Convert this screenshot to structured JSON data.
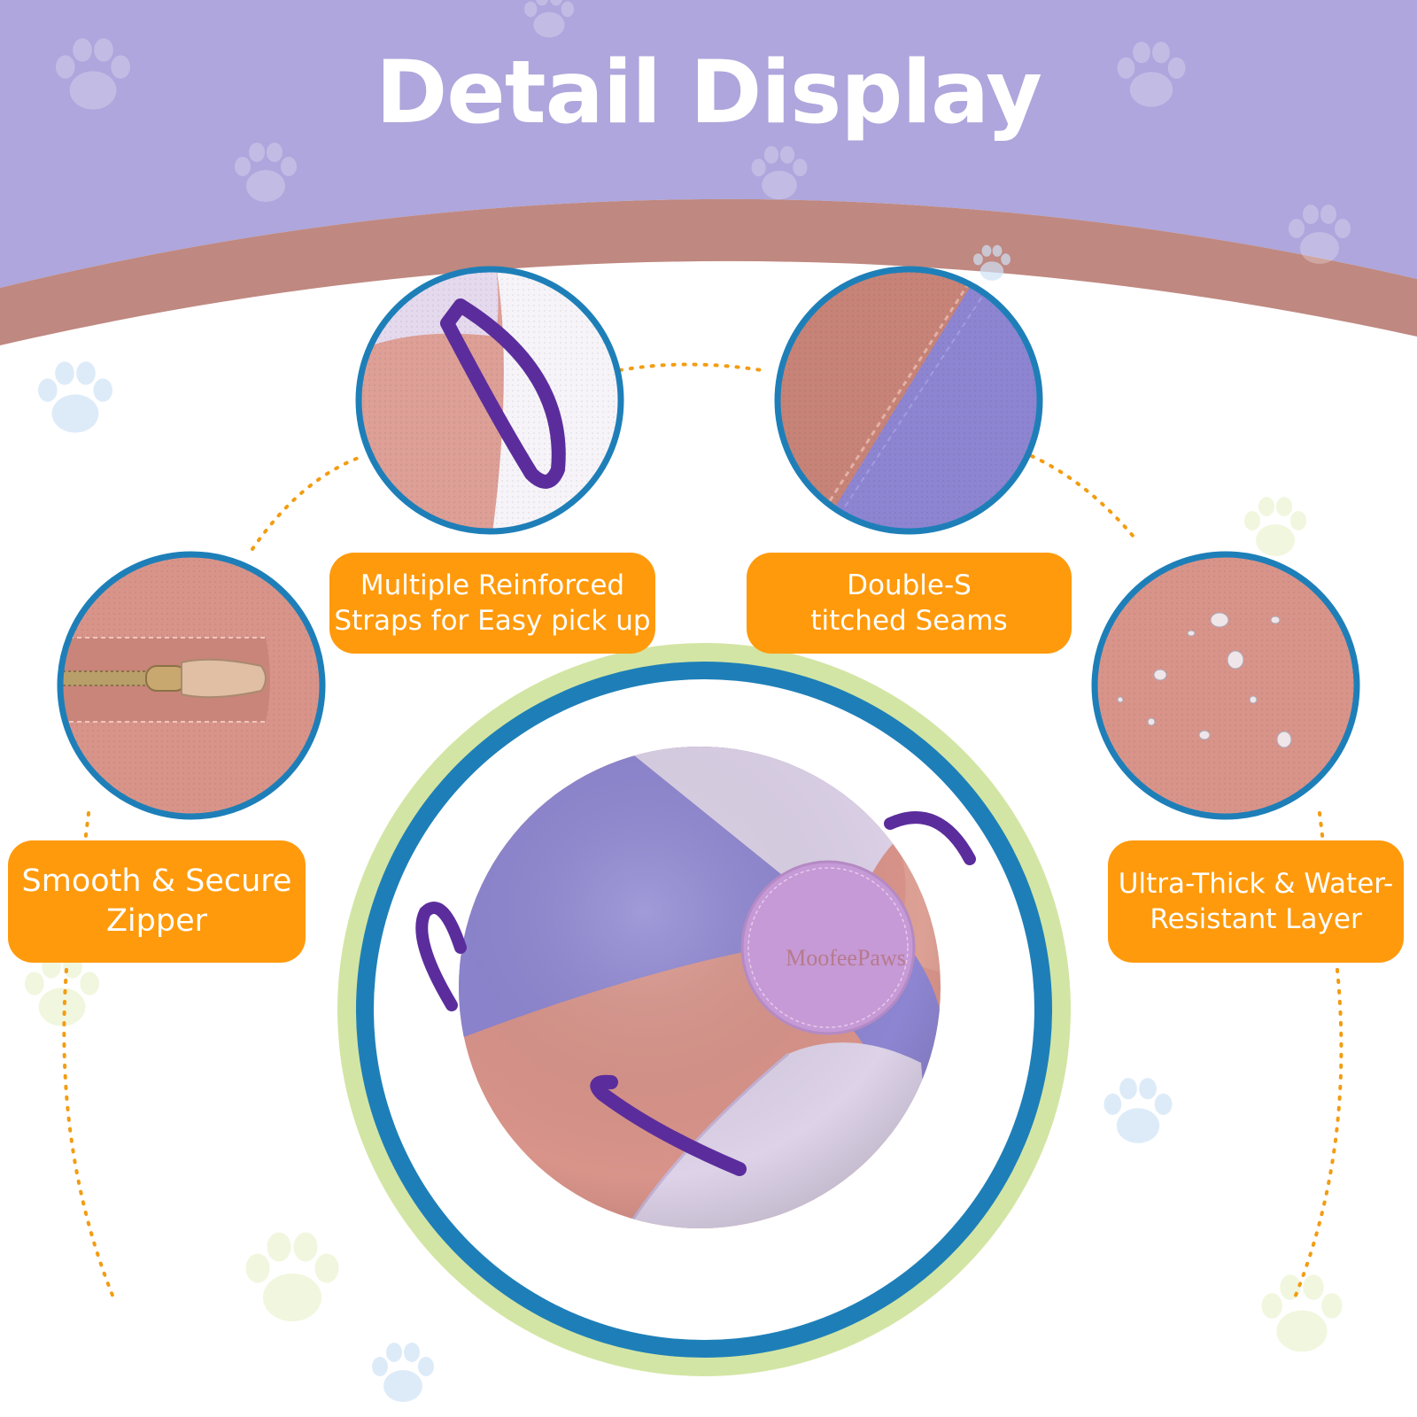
{
  "header": {
    "title": "Detail Display"
  },
  "features": [
    {
      "label": "Multiple Reinforced\nStraps for Easy pick up",
      "detail_icon": "strap-icon"
    },
    {
      "label": "Double-S\ntitched Seams",
      "detail_icon": "seam-icon"
    },
    {
      "label": "Smooth & Secure\nZipper",
      "detail_icon": "zipper-icon"
    },
    {
      "label": "Ultra-Thick & Water-\nResistant Layer",
      "detail_icon": "water-drop-icon"
    }
  ],
  "product": {
    "brand_text": "MoofeePaws"
  },
  "colors": {
    "header_purple": "#aea6dc",
    "band_rose": "#bf8880",
    "label_orange": "#ff9a0c",
    "ring_blue": "#1e7fb8",
    "ring_green": "#d3e5a4",
    "fabric_pink": "#d9948a",
    "fabric_lavender": "#8d85d1",
    "strap_purple": "#5b2d9c"
  }
}
